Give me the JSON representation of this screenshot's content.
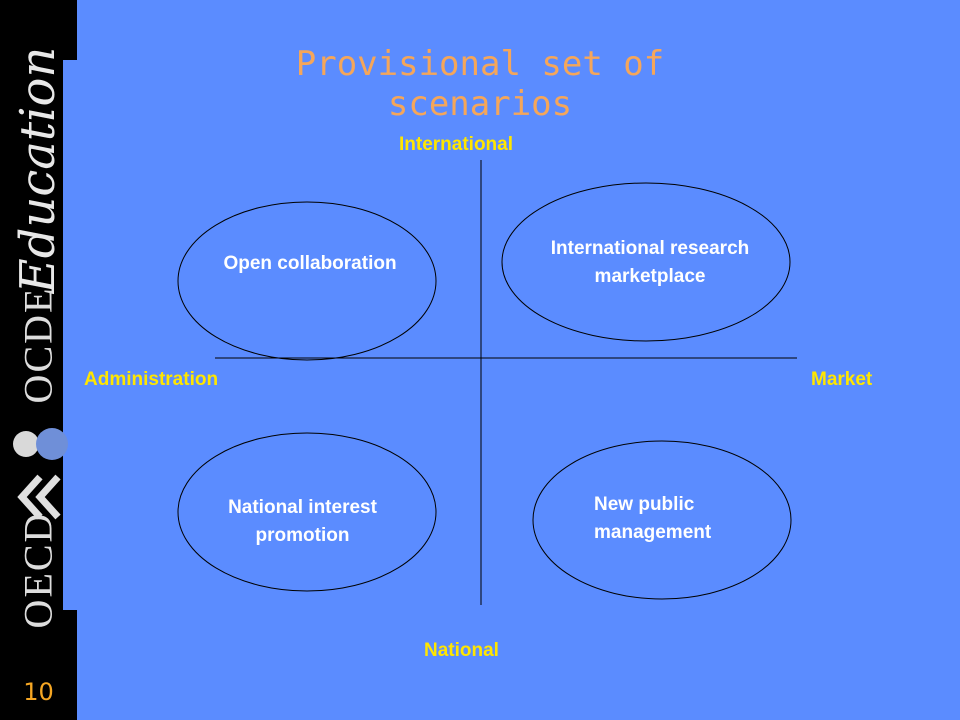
{
  "slide": {
    "title": "Provisional set of scenarios",
    "page_number": "10"
  },
  "sidebar": {
    "brand_text": "Education",
    "ocde_text": "OCDE",
    "oecd_text": "OECD"
  },
  "axes": {
    "top": "International",
    "bottom": "National",
    "left": "Administration",
    "right": "Market"
  },
  "scenarios": [
    {
      "label": "Open collaboration"
    },
    {
      "label": "International research marketplace",
      "lines": [
        "International research",
        "marketplace"
      ]
    },
    {
      "label": "National interest promotion",
      "lines": [
        "National interest",
        "promotion"
      ]
    },
    {
      "label": "New public management",
      "lines": [
        "New public",
        "management"
      ]
    }
  ],
  "colors": {
    "background": "#5b8cff",
    "sidebar": "#000000",
    "title": "#f5a65a",
    "axis_labels": "#ffe600",
    "scenario_text": "#ffffff",
    "page_number": "#f5a623"
  },
  "icons": [
    "oecd-logo-dots-icon",
    "oecd-logo-arrows-icon"
  ]
}
